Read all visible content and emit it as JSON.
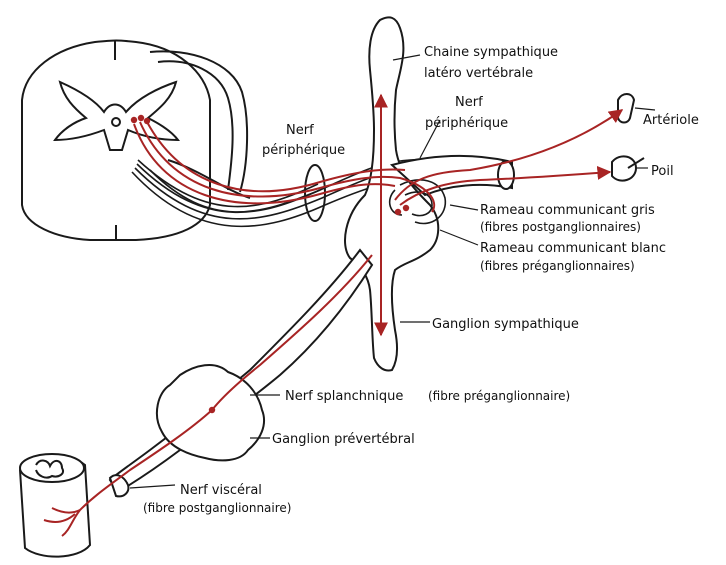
{
  "labels": {
    "chaine_1": "Chaine sympathique",
    "chaine_2": "latéro vertébrale",
    "nerf_periph_left_1": "Nerf",
    "nerf_periph_left_2": "périphérique",
    "nerf_periph_right_1": "Nerf",
    "nerf_periph_right_2": "périphérique",
    "arteriole": "Artériole",
    "poil": "Poil",
    "rameau_gris_1": "Rameau communicant gris",
    "rameau_gris_2": "(fibres postganglionnaires)",
    "rameau_blanc_1": "Rameau communicant blanc",
    "rameau_blanc_2": "(fibres préganglionnaires)",
    "ganglion_sympathique": "Ganglion sympathique",
    "nerf_splanchnique": "Nerf splanchnique",
    "nerf_splanchnique_note": "(fibre préganglionnaire)",
    "ganglion_prevertebral": "Ganglion prévertébral",
    "nerf_visceral_1": "Nerf viscéral",
    "nerf_visceral_2": "(fibre postganglionnaire)"
  },
  "colors": {
    "fiber": "#a82424",
    "outline": "#1a1a1a",
    "text": "#111111"
  }
}
